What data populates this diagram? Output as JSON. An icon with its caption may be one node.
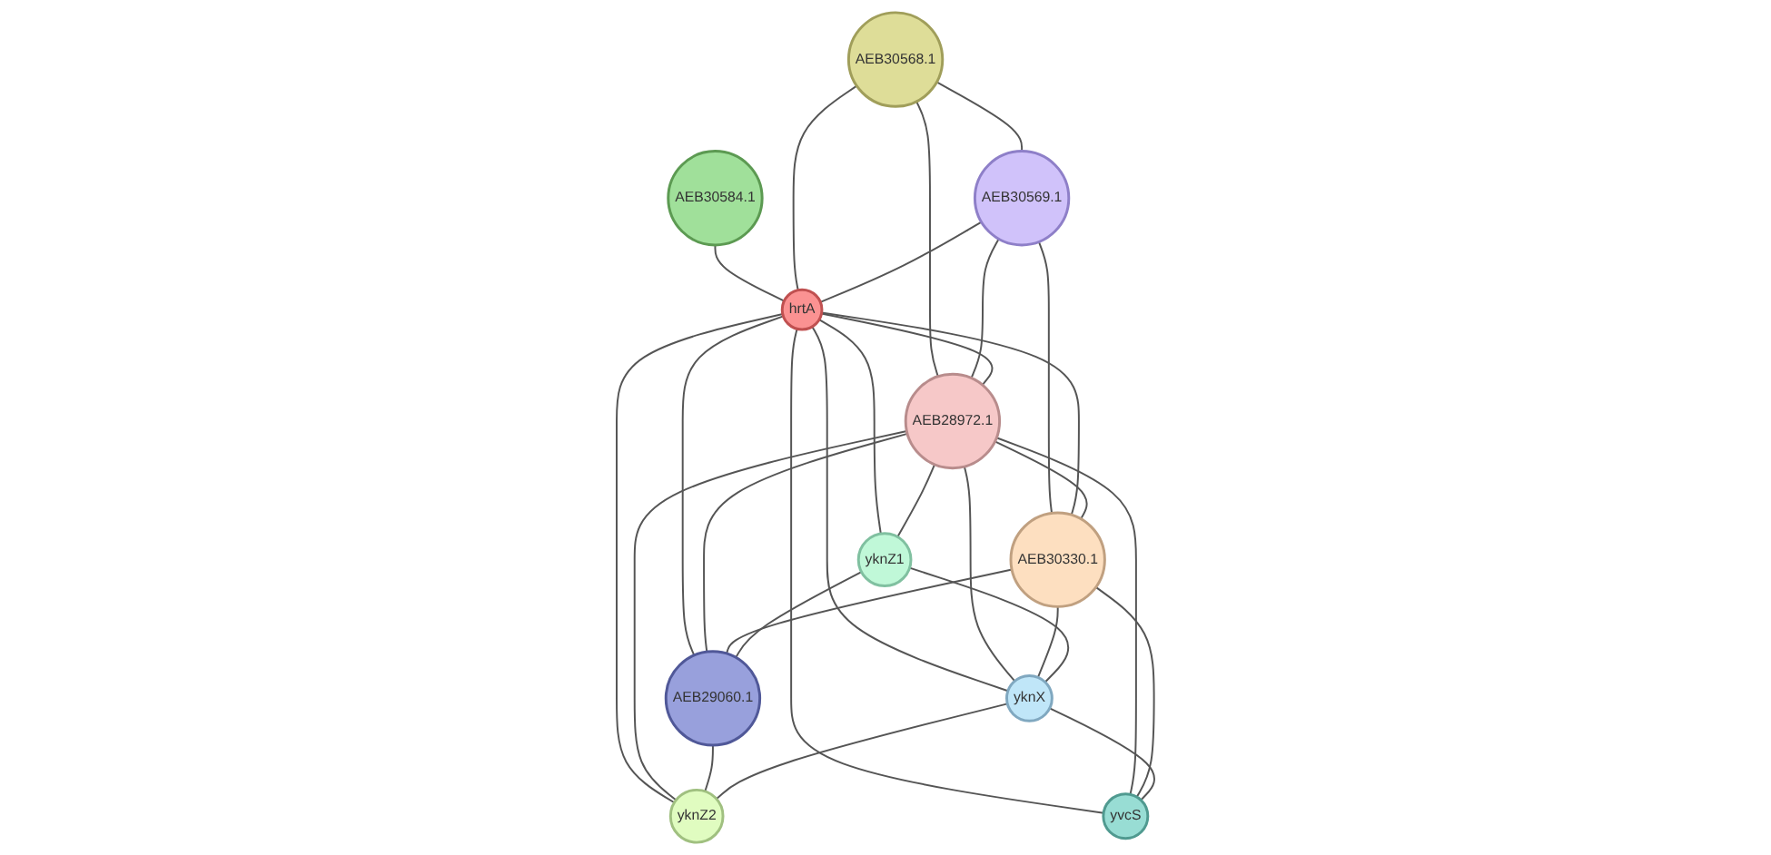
{
  "diagram": {
    "nodes": [
      {
        "text": [
          "AEB30584.1"
        ]
      },
      {
        "text": [
          "AEB30568.1"
        ]
      },
      {
        "text": [
          "AEB30569.1"
        ]
      },
      {
        "text": [
          "hrtA"
        ]
      },
      {
        "text": [
          "AEB28972.1"
        ]
      },
      {
        "text": [
          "AEB30330.1"
        ]
      },
      {
        "text": [
          "yknZ1"
        ]
      },
      {
        "text": [
          "AEB29060.1"
        ]
      },
      {
        "text": [
          "yknX"
        ]
      },
      {
        "text": [
          "yvcS"
        ]
      },
      {
        "text": [
          "yknZ2"
        ]
      }
    ],
    "edges": [
      {
        "from": 0,
        "to": 3,
        "arrow": "none"
      },
      {
        "from": 1,
        "to": 3,
        "arrow": "none"
      },
      {
        "from": 1,
        "to": 4,
        "arrow": "none"
      },
      {
        "from": 1,
        "to": 2,
        "arrow": "none"
      },
      {
        "from": 2,
        "to": 3,
        "arrow": "none"
      },
      {
        "from": 2,
        "to": 4,
        "arrow": "none"
      },
      {
        "from": 2,
        "to": 5,
        "arrow": "none"
      },
      {
        "from": 3,
        "to": 4,
        "arrow": "none"
      },
      {
        "from": 3,
        "to": 5,
        "arrow": "none"
      },
      {
        "from": 3,
        "to": 6,
        "arrow": "none"
      },
      {
        "from": 3,
        "to": 7,
        "arrow": "none"
      },
      {
        "from": 3,
        "to": 8,
        "arrow": "none"
      },
      {
        "from": 3,
        "to": 9,
        "arrow": "none"
      },
      {
        "from": 3,
        "to": 10,
        "arrow": "none"
      },
      {
        "from": 4,
        "to": 5,
        "arrow": "none"
      },
      {
        "from": 4,
        "to": 6,
        "arrow": "none"
      },
      {
        "from": 4,
        "to": 7,
        "arrow": "none"
      },
      {
        "from": 4,
        "to": 8,
        "arrow": "none"
      },
      {
        "from": 4,
        "to": 9,
        "arrow": "none"
      },
      {
        "from": 4,
        "to": 10,
        "arrow": "none"
      },
      {
        "from": 5,
        "to": 7,
        "arrow": "none"
      },
      {
        "from": 5,
        "to": 8,
        "arrow": "none"
      },
      {
        "from": 5,
        "to": 9,
        "arrow": "none"
      },
      {
        "from": 6,
        "to": 7,
        "arrow": "none"
      },
      {
        "from": 6,
        "to": 8,
        "arrow": "none"
      },
      {
        "from": 7,
        "to": 10,
        "arrow": "none"
      },
      {
        "from": 8,
        "to": 10,
        "arrow": "none"
      },
      {
        "from": 8,
        "to": 9,
        "arrow": "none"
      }
    ]
  }
}
